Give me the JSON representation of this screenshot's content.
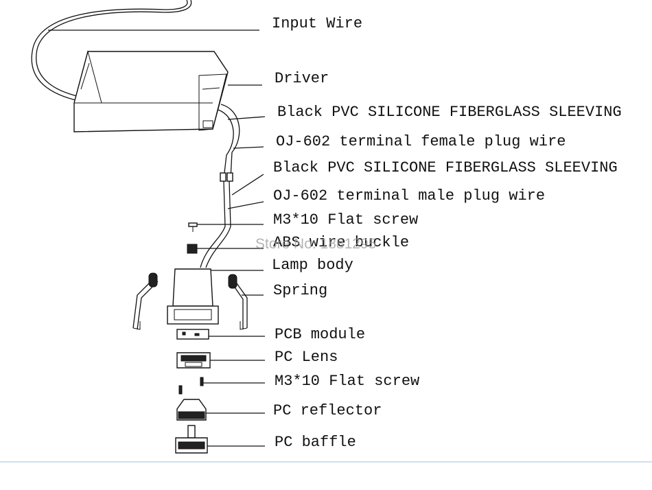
{
  "labels": [
    {
      "id": "input-wire",
      "text": "Input Wire"
    },
    {
      "id": "driver",
      "text": "Driver"
    },
    {
      "id": "sleeving-1",
      "text": "Black PVC SILICONE FIBERGLASS SLEEVING"
    },
    {
      "id": "female-plug",
      "text": "OJ-602 terminal female plug wire"
    },
    {
      "id": "sleeving-2",
      "text": "Black PVC SILICONE FIBERGLASS SLEEVING"
    },
    {
      "id": "male-plug",
      "text": "OJ-602 terminal male plug wire"
    },
    {
      "id": "flat-screw-1",
      "text": "M3*10 Flat screw"
    },
    {
      "id": "wire-buckle",
      "text": "ABS wire buckle"
    },
    {
      "id": "lamp-body",
      "text": "Lamp body"
    },
    {
      "id": "spring",
      "text": "Spring"
    },
    {
      "id": "pcb-module",
      "text": "PCB module"
    },
    {
      "id": "pc-lens",
      "text": "PC Lens"
    },
    {
      "id": "flat-screw-2",
      "text": "M3*10 Flat screw"
    },
    {
      "id": "pc-reflector",
      "text": "PC reflector"
    },
    {
      "id": "pc-baffle",
      "text": "PC baffle"
    }
  ],
  "watermark": "Store No: 1881295",
  "colors": {
    "ink": "#111111",
    "watermark": "#9a9a9a",
    "footer_rule": "#cfe0ee"
  }
}
